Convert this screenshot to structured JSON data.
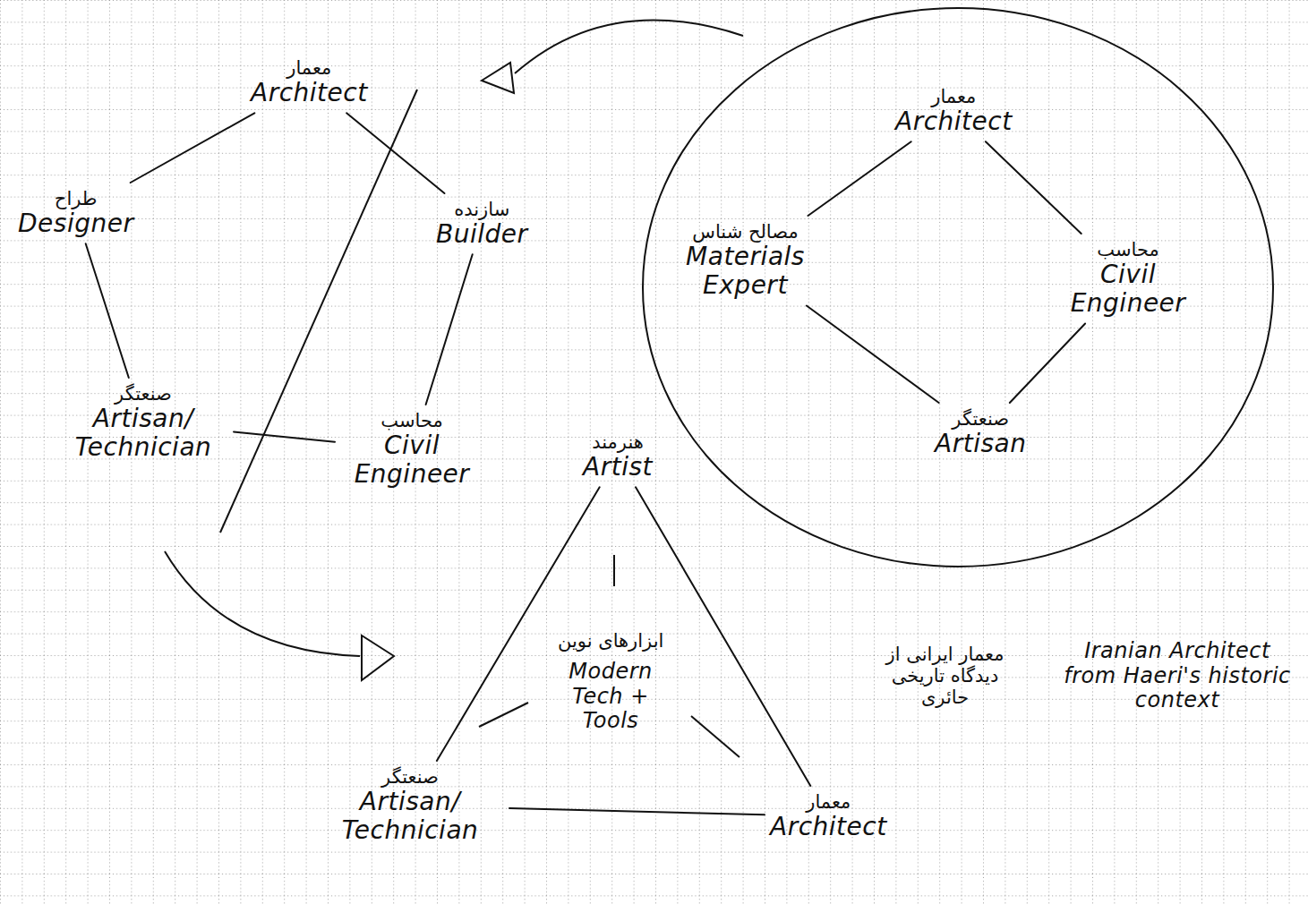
{
  "diagram": {
    "nodes": [
      {
        "text": [
          "معمار",
          "Architect"
        ]
      },
      {
        "text": [
          "طراح",
          "Designer"
        ]
      },
      {
        "text": [
          "سازنده",
          "Builder"
        ]
      },
      {
        "text": [
          "صنعتگر",
          "Artisan/ Technician"
        ]
      },
      {
        "text": [
          "محاسب",
          "Civil Engineer"
        ]
      },
      {
        "text": []
      },
      {
        "text": [
          "معمار",
          "Architect"
        ],
        "in": 5
      },
      {
        "text": [
          "مصالح شناس",
          "Materials Expert"
        ],
        "in": 5
      },
      {
        "text": [
          "محاسب",
          "Civil Engineer"
        ],
        "in": 5
      },
      {
        "text": [
          "صنعتگر",
          "Artisan"
        ],
        "in": 5
      },
      {
        "text": [
          "هنرمند",
          "Artist"
        ]
      },
      {
        "text": [
          "صنعتگر",
          "Artisan/ Technician"
        ]
      },
      {
        "text": [
          "معمار",
          "Architect"
        ]
      }
    ],
    "edges": [
      {
        "from": 0,
        "to": 2,
        "arrow": "none"
      },
      {
        "from": 2,
        "to": 4,
        "arrow": "none"
      },
      {
        "from": 4,
        "to": 3,
        "arrow": "none"
      },
      {
        "from": 3,
        "to": 1,
        "arrow": "none"
      },
      {
        "from": 1,
        "to": 0,
        "arrow": "none"
      },
      {
        "from": 6,
        "to": 8,
        "arrow": "none"
      },
      {
        "from": 8,
        "to": 9,
        "arrow": "none"
      },
      {
        "from": 9,
        "to": 7,
        "arrow": "none"
      },
      {
        "from": 7,
        "to": 6,
        "arrow": "none"
      },
      {
        "from": 10,
        "to": 12,
        "arrow": "none"
      },
      {
        "from": 12,
        "to": 11,
        "arrow": "none"
      },
      {
        "from": 11,
        "to": 10,
        "arrow": "none"
      }
    ],
    "labels": [
      "ابزارهای نوین",
      "Modern Tech + Tools",
      "معمار ایرانی از دیدگاه تاریخی حائری",
      "Iranian Architect from Haeri's historic context"
    ]
  }
}
